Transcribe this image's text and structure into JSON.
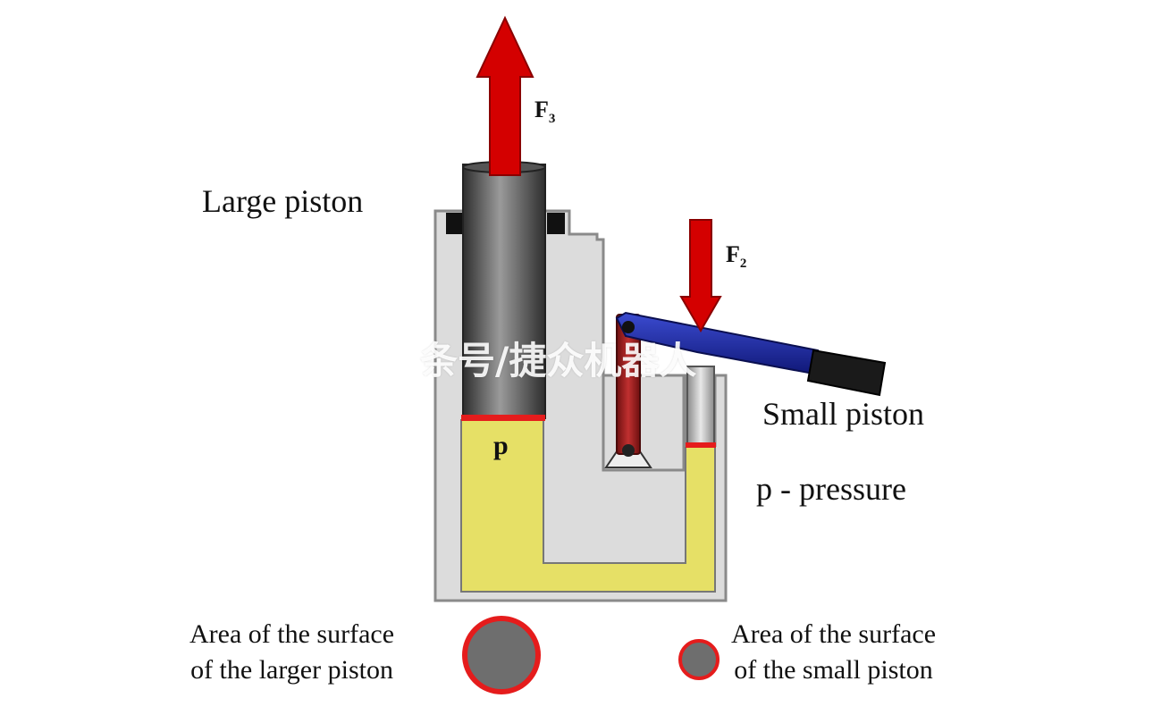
{
  "labels": {
    "large_piston": "Large piston",
    "small_piston": "Small piston",
    "pressure_legend": "p - pressure",
    "pressure_symbol": "p",
    "force_large": "F",
    "force_large_sub": "3",
    "force_small": "F",
    "force_small_sub": "2",
    "area_large_line1": "Area of the surface",
    "area_large_line2": "of the larger piston",
    "area_small_line1": "Area of the surface",
    "area_small_line2": "of the small piston"
  },
  "watermark": "条号/捷众机器人",
  "colors": {
    "fluid": "#e6e066",
    "housing": "#dcdcdc",
    "housing_outline": "#8a8a8a",
    "piston_dark": "#3a3a3a",
    "piston_light": "#c9c9c9",
    "arrow": "#d40000",
    "lever": "#1e2aa0",
    "link": "#9e1b1b",
    "seal": "#e51c1c",
    "handle": "#1a1a1a"
  }
}
